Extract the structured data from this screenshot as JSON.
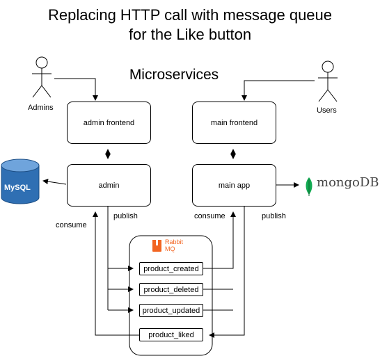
{
  "title_line1": "Replacing HTTP call with message queue",
  "title_line2": "for the Like button",
  "subtitle": "Microservices",
  "actors": {
    "admins": "Admins",
    "users": "Users"
  },
  "boxes": {
    "admin_frontend": "admin frontend",
    "main_frontend": "main frontend",
    "admin": "admin",
    "main_app": "main app"
  },
  "labels": {
    "consume_left": "consume",
    "publish_left": "publish",
    "consume_right": "consume",
    "publish_right": "publish"
  },
  "queues": [
    "product_created",
    "product_deleted",
    "product_updated",
    "product_liked"
  ],
  "logos": {
    "mysql": "MySQL",
    "rabbitmq_line1": "Rabbit",
    "rabbitmq_line2": "MQ",
    "mongodb": "mongoDB."
  },
  "colors": {
    "mysql_blue": "#2f6fb3",
    "rabbit_orange": "#f26522",
    "mongo_green": "#13aa52"
  }
}
